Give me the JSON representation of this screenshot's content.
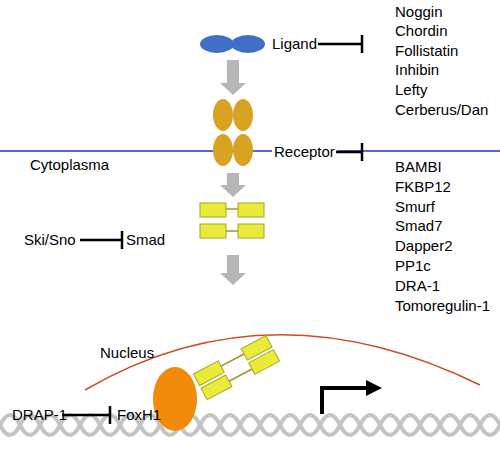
{
  "diagram": {
    "nodes": [
      {
        "text": [
          "Ligand"
        ]
      },
      {
        "text": [
          "Receptor"
        ]
      },
      {
        "text": [
          "Smad"
        ]
      },
      {
        "text": [
          "Nucleus"
        ]
      },
      {
        "text": [
          "FoxH1"
        ],
        "in": 3
      }
    ],
    "edges": [
      {
        "from": 0,
        "to": 1,
        "arrow": "to"
      },
      {
        "from": 1,
        "to": 2,
        "arrow": "to"
      },
      {
        "from": 2,
        "to": 3,
        "arrow": "to"
      }
    ],
    "labels": [
      "Noggin",
      "Chordin",
      "Follistatin",
      "Inhibin",
      "Lefty",
      "Cerberus/Dan",
      "Cytoplasma",
      "BAMBI",
      "FKBP12",
      "Smurf",
      "Smad7",
      "Dapper2",
      "PP1c",
      "DRA-1",
      "Tomoregulin-1",
      "Ski/Sno",
      "DRAP-1"
    ]
  }
}
